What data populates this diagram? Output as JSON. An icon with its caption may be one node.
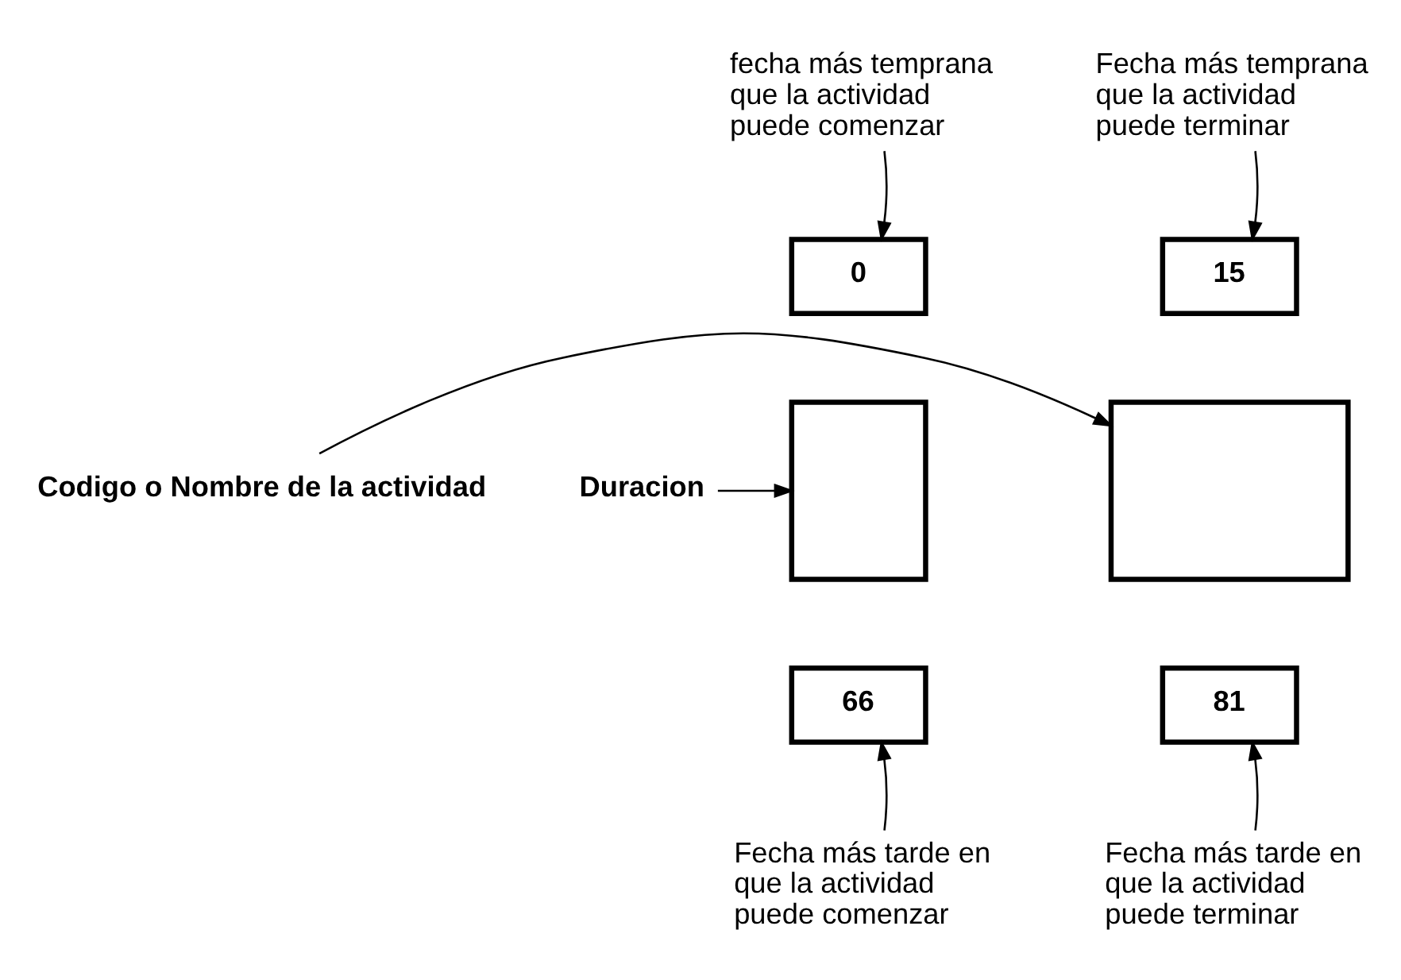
{
  "diagram": {
    "nodes": [
      {
        "text": [
          "fecha más temprana que la actividad puede comenzar"
        ]
      },
      {
        "text": [
          "Fecha más temprana que la actividad puede terminar"
        ]
      },
      {
        "text": [
          "0"
        ]
      },
      {
        "text": [
          "15"
        ]
      },
      {
        "text": [
          "Duracion"
        ]
      },
      {
        "text": [],
        "shape": "box"
      },
      {
        "text": [],
        "shape": "box"
      },
      {
        "text": [
          "Codigo o Nombre de la actividad"
        ]
      },
      {
        "text": [
          "66"
        ]
      },
      {
        "text": [
          "81"
        ]
      },
      {
        "text": [
          "Fecha más tarde en que la actividad puede comenzar"
        ]
      },
      {
        "text": [
          "Fecha más tarde en que la actividad puede terminar"
        ]
      }
    ],
    "edges": [
      {
        "from": 0,
        "to": 2,
        "arrow": "to"
      },
      {
        "from": 1,
        "to": 3,
        "arrow": "to"
      },
      {
        "from": 4,
        "to": 5,
        "arrow": "to"
      },
      {
        "from": 7,
        "to": 6,
        "arrow": "to"
      },
      {
        "from": 10,
        "to": 8,
        "arrow": "to"
      },
      {
        "from": 11,
        "to": 9,
        "arrow": "to"
      }
    ]
  }
}
